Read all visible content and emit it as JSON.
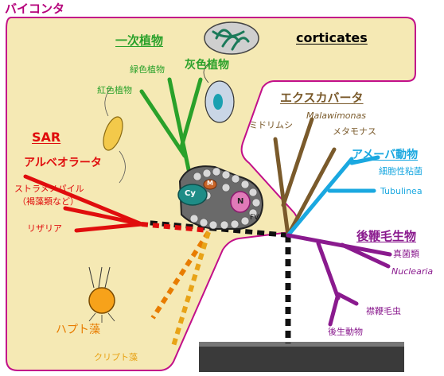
{
  "title": "バイコンタ",
  "groups": {
    "primary_plants": "一次植物",
    "corticates": "corticates",
    "sar": "SAR",
    "excavata": "エクスカバータ",
    "amoebozoa": "アメーバ動物",
    "opisthokonta": "後鞭毛生物"
  },
  "taxa": {
    "green_plants": "緑色植物",
    "glaucophytes": "灰色植物",
    "red_algae": "紅色植物",
    "alveolata": "アルベオラータ",
    "stramenopiles": "ストラメノパイル",
    "stramenopiles_note": "（褐藻類など）",
    "rhizaria": "リザリア",
    "haptophytes": "ハプト藻",
    "cryptophytes": "クリプト藻",
    "euglenozoa": "ミドリムシ",
    "malawimonas": "Malawimonas",
    "metamonada": "メタモナス",
    "slime_molds": "細胞性粘菌",
    "tubulinea": "Tubulinea",
    "fungi": "真菌類",
    "nuclearia": "Nuclearia",
    "choanoflagellates": "襟鞭毛虫",
    "animals": "後生動物"
  },
  "cell_labels": {
    "cytostome": "Cy",
    "mitochondrion": "M",
    "nucleus": "N",
    "food_vacuole": "FV"
  },
  "colors": {
    "title": "#b5007a",
    "bicont_fill": "#f5e9b4",
    "bicont_border": "#c2108a",
    "primary_plants": "#2aa12a",
    "corticates": "#000000",
    "sar": "#e00d0d",
    "haptophytes": "#e87c00",
    "cryptophytes": "#e8a317",
    "excavata": "#7a5a2b",
    "amoebozoa": "#1aa8e0",
    "opisthokonta": "#8a1a8e",
    "trunk": "#111111"
  }
}
